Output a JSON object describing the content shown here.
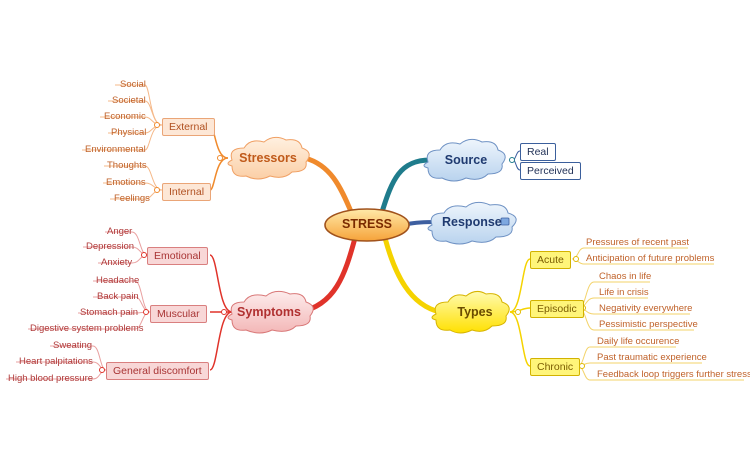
{
  "center": {
    "label": "STRESS"
  },
  "stressors": {
    "label": "Stressors",
    "external": {
      "label": "External",
      "items": [
        "Social",
        "Societal",
        "Economic",
        "Physical",
        "Environmental"
      ]
    },
    "internal": {
      "label": "Internal",
      "items": [
        "Thoughts",
        "Emotions",
        "Feelings"
      ]
    }
  },
  "symptoms": {
    "label": "Symptoms",
    "emotional": {
      "label": "Emotional",
      "items": [
        "Anger",
        "Depression",
        "Anxiety"
      ]
    },
    "muscular": {
      "label": "Muscular",
      "items": [
        "Headache",
        "Back pain",
        "Stomach pain",
        "Digestive system problems"
      ]
    },
    "general": {
      "label": "General discomfort",
      "items": [
        "Sweating",
        "Heart palpitations",
        "High blood pressure"
      ]
    }
  },
  "source": {
    "label": "Source",
    "items": [
      "Real",
      "Perceived"
    ]
  },
  "response": {
    "label": "Response"
  },
  "types": {
    "label": "Types",
    "acute": {
      "label": "Acute",
      "items": [
        "Pressures of recent past",
        "Anticipation of future problems"
      ]
    },
    "episodic": {
      "label": "Episodic",
      "items": [
        "Chaos in life",
        "Life in crisis",
        "Negativity everywhere",
        "Pessimistic perspective"
      ]
    },
    "chronic": {
      "label": "Chronic",
      "items": [
        "Daily life occurence",
        "Past traumatic experience",
        "Feedback loop triggers further stress"
      ]
    }
  },
  "colors": {
    "orange": "#f08a2c",
    "red": "#e0332a",
    "teal": "#1f7c8c",
    "blue": "#3d5fa0",
    "yellow": "#f5d300"
  }
}
